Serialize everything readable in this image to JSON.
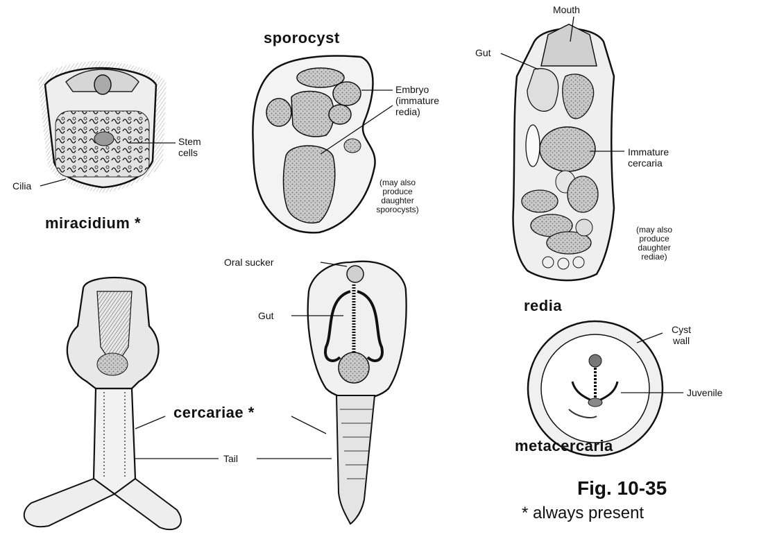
{
  "titles": {
    "miracidium": "miracidium *",
    "sporocyst": "sporocyst",
    "redia": "redia",
    "cercariae": "cercariae *",
    "metacercaria": "metacercaria"
  },
  "labels": {
    "stem_cells": [
      "Stem",
      "cells"
    ],
    "cilia": "Cilia",
    "embryo": [
      "Embryo",
      "(immature",
      "redia)"
    ],
    "mouth": "Mouth",
    "gut_redia": "Gut",
    "immature_cercaria": [
      "Immature",
      "cercaria"
    ],
    "oral_sucker": "Oral sucker",
    "gut_cercaria": "Gut",
    "tail": "Tail",
    "cyst_wall": [
      "Cyst",
      "wall"
    ],
    "juvenile": "Juvenile"
  },
  "notes": {
    "sporocyst_note": [
      "(may also",
      "produce",
      "daughter",
      "sporocysts)"
    ],
    "redia_note": [
      "(may also",
      "produce",
      "daughter",
      "rediae)"
    ]
  },
  "caption": {
    "figure": "Fig. 10-35",
    "footnote": "* always present"
  }
}
